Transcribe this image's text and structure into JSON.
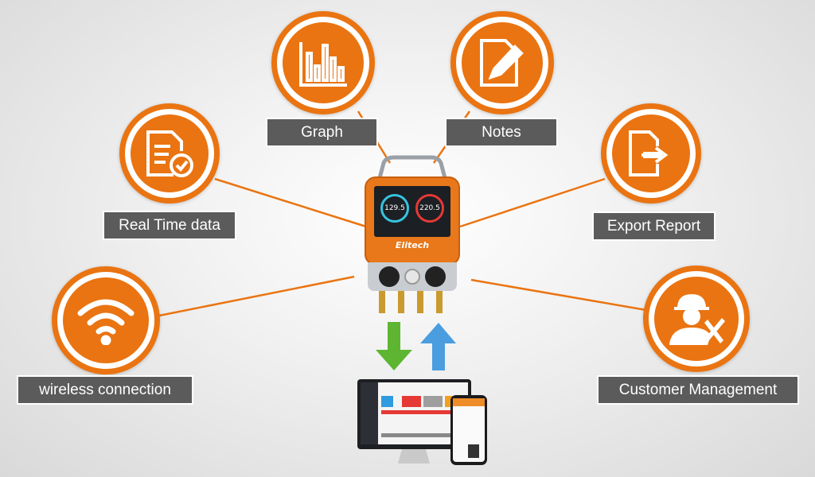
{
  "features": [
    {
      "id": "graph",
      "label": "Graph",
      "icon": "bar-chart-icon"
    },
    {
      "id": "notes",
      "label": "Notes",
      "icon": "note-edit-icon"
    },
    {
      "id": "realtime",
      "label": "Real Time data",
      "icon": "document-clock-icon"
    },
    {
      "id": "export",
      "label": "Export Report",
      "icon": "export-document-icon"
    },
    {
      "id": "wireless",
      "label": "wireless connection",
      "icon": "wifi-icon"
    },
    {
      "id": "customer",
      "label": "Customer Management",
      "icon": "engineer-tools-icon"
    }
  ],
  "device": {
    "brand": "Elitech",
    "left_reading": "129.5",
    "right_reading": "220.5"
  },
  "colors": {
    "accent": "#ea7411",
    "label_bg": "#5b5b5b",
    "arrow_down": "#5db532",
    "arrow_up": "#4a9ee0"
  }
}
